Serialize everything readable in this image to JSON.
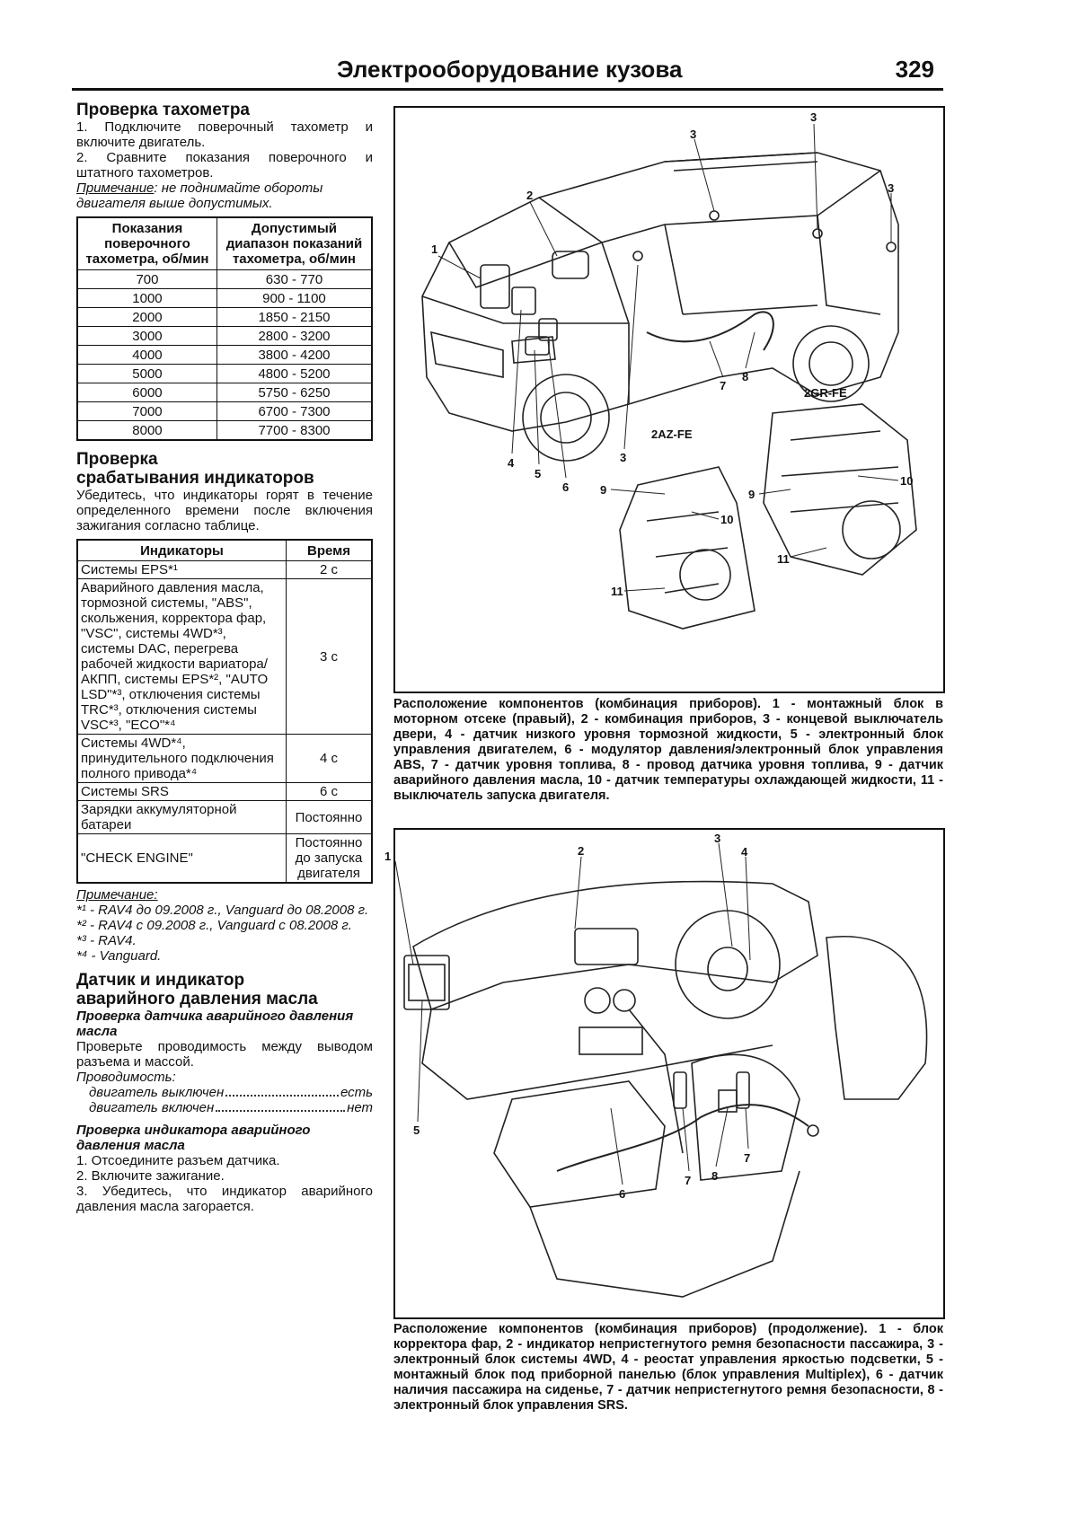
{
  "header": {
    "title": "Электрооборудование кузова",
    "page_number": "329"
  },
  "tachometer": {
    "heading": "Проверка тахометра",
    "steps": [
      "1. Подключите поверочный тахометр и включите двигатель.",
      "2. Сравните показания поверочного и штатного тахометров."
    ],
    "note_label": "Примечание",
    "note_text": ": не поднимайте обороты двигателя выше допустимых.",
    "table_headers": [
      "Показания поверочного тахометра, об/мин",
      "Допустимый диапазон показаний тахометра, об/мин"
    ],
    "rows": [
      [
        "700",
        "630 - 770"
      ],
      [
        "1000",
        "900 - 1100"
      ],
      [
        "2000",
        "1850 - 2150"
      ],
      [
        "3000",
        "2800 - 3200"
      ],
      [
        "4000",
        "3800 - 4200"
      ],
      [
        "5000",
        "4800 - 5200"
      ],
      [
        "6000",
        "5750 - 6250"
      ],
      [
        "7000",
        "6700 - 7300"
      ],
      [
        "8000",
        "7700 - 8300"
      ]
    ]
  },
  "indicators": {
    "heading_line1": "Проверка",
    "heading_line2": "срабатывания индикаторов",
    "intro": "Убедитесь, что индикаторы горят в течение определенного времени после включения зажигания согласно таблице.",
    "table_headers": [
      "Индикаторы",
      "Время"
    ],
    "rows": [
      [
        "Системы EPS*¹",
        "2 с"
      ],
      [
        "Аварийного давления масла, тормозной системы, \"ABS\", скольжения, корректора фар, \"VSC\", системы 4WD*³, системы DAC, перегрева рабочей жидкости вариатора/АКПП, системы EPS*², \"AUTO LSD\"*³, отключения системы TRC*³, отключения системы VSC*³, \"ECO\"*⁴",
        "3 с"
      ],
      [
        "Системы 4WD*⁴, принудительного подключения полного привода*⁴",
        "4 с"
      ],
      [
        "Системы SRS",
        "6 с"
      ],
      [
        "Зарядки аккумуляторной батареи",
        "Постоянно"
      ],
      [
        "\"CHECK ENGINE\"",
        "Постоянно до запуска двигателя"
      ]
    ],
    "note_label": "Примечание:",
    "notes": [
      "*¹ - RAV4 до 09.2008 г., Vanguard до 08.2008 г.",
      "*² - RAV4 с 09.2008 г., Vanguard с 08.2008 г.",
      "*³ - RAV4.",
      "*⁴ - Vanguard."
    ]
  },
  "oil_pressure": {
    "heading_line1": "Датчик и индикатор",
    "heading_line2": "аварийного давления масла",
    "sub1": "Проверка датчика аварийного давления масла",
    "sub1_text": "Проверьте проводимость между выводом разъема и массой.",
    "conductivity_label": "Проводимость:",
    "cond_rows": [
      {
        "label": "двигатель выключен",
        "value": "есть"
      },
      {
        "label": "двигатель включен",
        "value": "нет"
      }
    ],
    "sub2": "Проверка индикатора аварийного давления масла",
    "steps": [
      "1. Отсоедините разъем датчика.",
      "2. Включите зажигание.",
      "3. Убедитесь, что индикатор аварийного давления масла загорается."
    ]
  },
  "figure1": {
    "labels": {
      "engine_2gr": "2GR-FE",
      "engine_2az": "2AZ-FE"
    },
    "callouts": [
      "1",
      "2",
      "3",
      "3",
      "3",
      "3",
      "4",
      "5",
      "6",
      "7",
      "8",
      "9",
      "9",
      "10",
      "10",
      "11",
      "11"
    ],
    "caption": "Расположение компонентов (комбинация приборов). 1 - монтажный блок в моторном отсеке (правый), 2 - комбинация приборов, 3 - концевой выключатель двери, 4 - датчик низкого уровня тормозной жидкости, 5 - электронный блок управления двигателем, 6 - модулятор давления/электронный блок управления ABS, 7 - датчик уровня топлива, 8 - провод датчика уровня топлива, 9 - датчик аварийного давления масла, 10 - датчик температуры охлаждающей жидкости, 11 - выключатель запуска двигателя."
  },
  "figure2": {
    "callouts": [
      "1",
      "2",
      "3",
      "4",
      "5",
      "6",
      "7",
      "7",
      "8"
    ],
    "caption": "Расположение компонентов (комбинация приборов) (продолжение). 1 - блок корректора фар, 2 - индикатор непристегнутого ремня безопасности пассажира, 3 - электронный блок системы 4WD, 4 - реостат управления яркостью подсветки, 5 - монтажный блок под приборной панелью (блок управления Multiplex), 6 - датчик наличия пассажира на сиденье, 7 - датчик непристегнутого ремня безопасности, 8 - электронный блок управления SRS."
  }
}
